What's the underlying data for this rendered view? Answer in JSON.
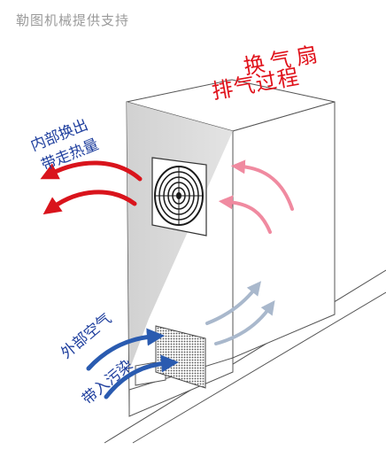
{
  "watermark": "勒图机械提供支持",
  "title": {
    "line1": "换气扇",
    "line2": "排气过程"
  },
  "labels": {
    "hot_air_line1": "内部换出",
    "hot_air_line2": "带走热量",
    "cold_air_line1": "外部空气",
    "cold_air_line2": "带入污染"
  },
  "colors": {
    "title": "#e0121b",
    "labels": "#1f3f9e",
    "exhaust_arrow": "#d9141c",
    "intake_arrow": "#2a5bb0",
    "inner_flow_hot": "#f08aa0",
    "inner_flow_cool": "#a9b8cc",
    "cabinet_shade": "#d4d4d4"
  },
  "icons": [
    "fan-icon",
    "filter-grille-icon"
  ]
}
